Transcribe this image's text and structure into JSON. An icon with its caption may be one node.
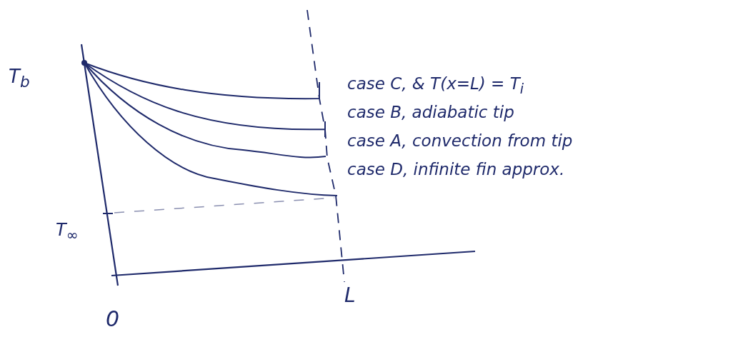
{
  "diagram": {
    "labels": [
      "T$_{b}$",
      "case C, & T(x=L) = T$_{i}$",
      "case B, adiabatic tip",
      "case A, convection from tip",
      "case D, infinite fin approx.",
      "T$_{∞}$",
      "L",
      "0"
    ]
  }
}
